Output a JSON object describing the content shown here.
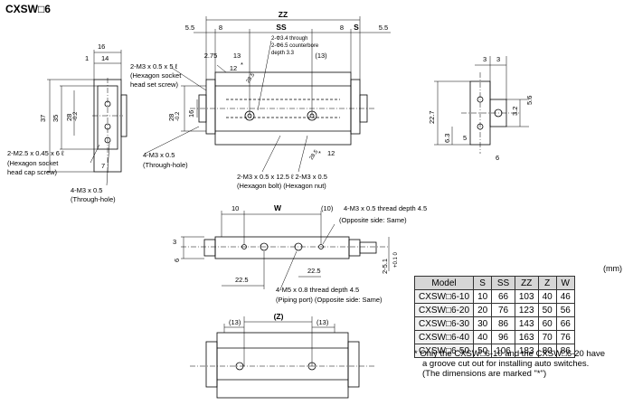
{
  "title": "CXSW□6",
  "units": "(mm)",
  "table": {
    "headers": [
      "Model",
      "S",
      "SS",
      "ZZ",
      "Z",
      "W"
    ],
    "rows": [
      [
        "CXSW□6-10",
        "10",
        "66",
        "103",
        "40",
        "46"
      ],
      [
        "CXSW□6-20",
        "20",
        "76",
        "123",
        "50",
        "56"
      ],
      [
        "CXSW□6-30",
        "30",
        "86",
        "143",
        "60",
        "66"
      ],
      [
        "CXSW□6-40",
        "40",
        "96",
        "163",
        "70",
        "76"
      ],
      [
        "CXSW□6-50",
        "50",
        "106",
        "183",
        "80",
        "86"
      ]
    ]
  },
  "note": [
    "* Only the CXSW□6-10 and the CXSW□6-20 have",
    "a groove cut out for installing auto switches.",
    "(The dimensions are marked \"*\")"
  ],
  "labels": {
    "zz": "ZZ",
    "ss": "SS",
    "s": "S",
    "w": "W",
    "z": "(Z)",
    "d55a": "5.5",
    "d55b": "5.5",
    "d8a": "8",
    "d8b": "8",
    "d16": "16",
    "d1": "1",
    "d14": "14",
    "d37": "37",
    "d35": "35",
    "d28": "28",
    "d28tol": "-0.2",
    "d28b": "28",
    "d28btol": "-0.2",
    "d7": "7",
    "d16b": "16",
    "d275": "2.75",
    "d13a": "13",
    "d13b": "(13)",
    "d12a": "12",
    "d12b": "12",
    "star1": "*",
    "star2": "*",
    "d285a": "28.5",
    "d285b": "28.5",
    "d3a": "3",
    "d3b": "3",
    "d227": "22.7",
    "d63": "6.3",
    "d5": "5",
    "d32": "3.2",
    "d56": "5.6",
    "d6a": "6",
    "d10a": "10",
    "d10b": "(10)",
    "d3c": "3",
    "d6b": "6",
    "d225a": "22.5",
    "d225b": "22.5",
    "d251": "2-5.1",
    "d251tol": "+0.1 0",
    "d13c": "(13)",
    "d13d": "(13)",
    "c_through": "2-Φ3.4 through",
    "c_cbore": "2-Φ6.5 counterbore",
    "c_depth": "depth 3.3",
    "c_m3_5": "2-M3 x 0.5 x 5 ℓ",
    "c_hex_sock": "(Hexagon socket",
    "c_head_set": "head set screw)",
    "c_m25": "2-M2.5 x 0.45 x 6 ℓ",
    "c_hex_sock2": "(Hexagon socket",
    "c_cap": "head cap screw)",
    "c_m3_through": "4-M3 x 0.5",
    "c_through_hole": "(Through-hole)",
    "c_m3_through2": "4-M3 x 0.5",
    "c_through_hole2": "(Through-hole)",
    "c_bolt": "2-M3 x 0.5 x 12.5 ℓ 2-M3 x 0.5",
    "c_bolt_sub": "(Hexagon bolt) (Hexagon nut)",
    "c_thread": "4-M3 x 0.5 thread depth 4.5",
    "c_opp": "(Opposite side: Same)",
    "c_m5": "4-M5 x 0.8 thread depth 4.5",
    "c_piping": "(Piping port) (Opposite side: Same)"
  }
}
